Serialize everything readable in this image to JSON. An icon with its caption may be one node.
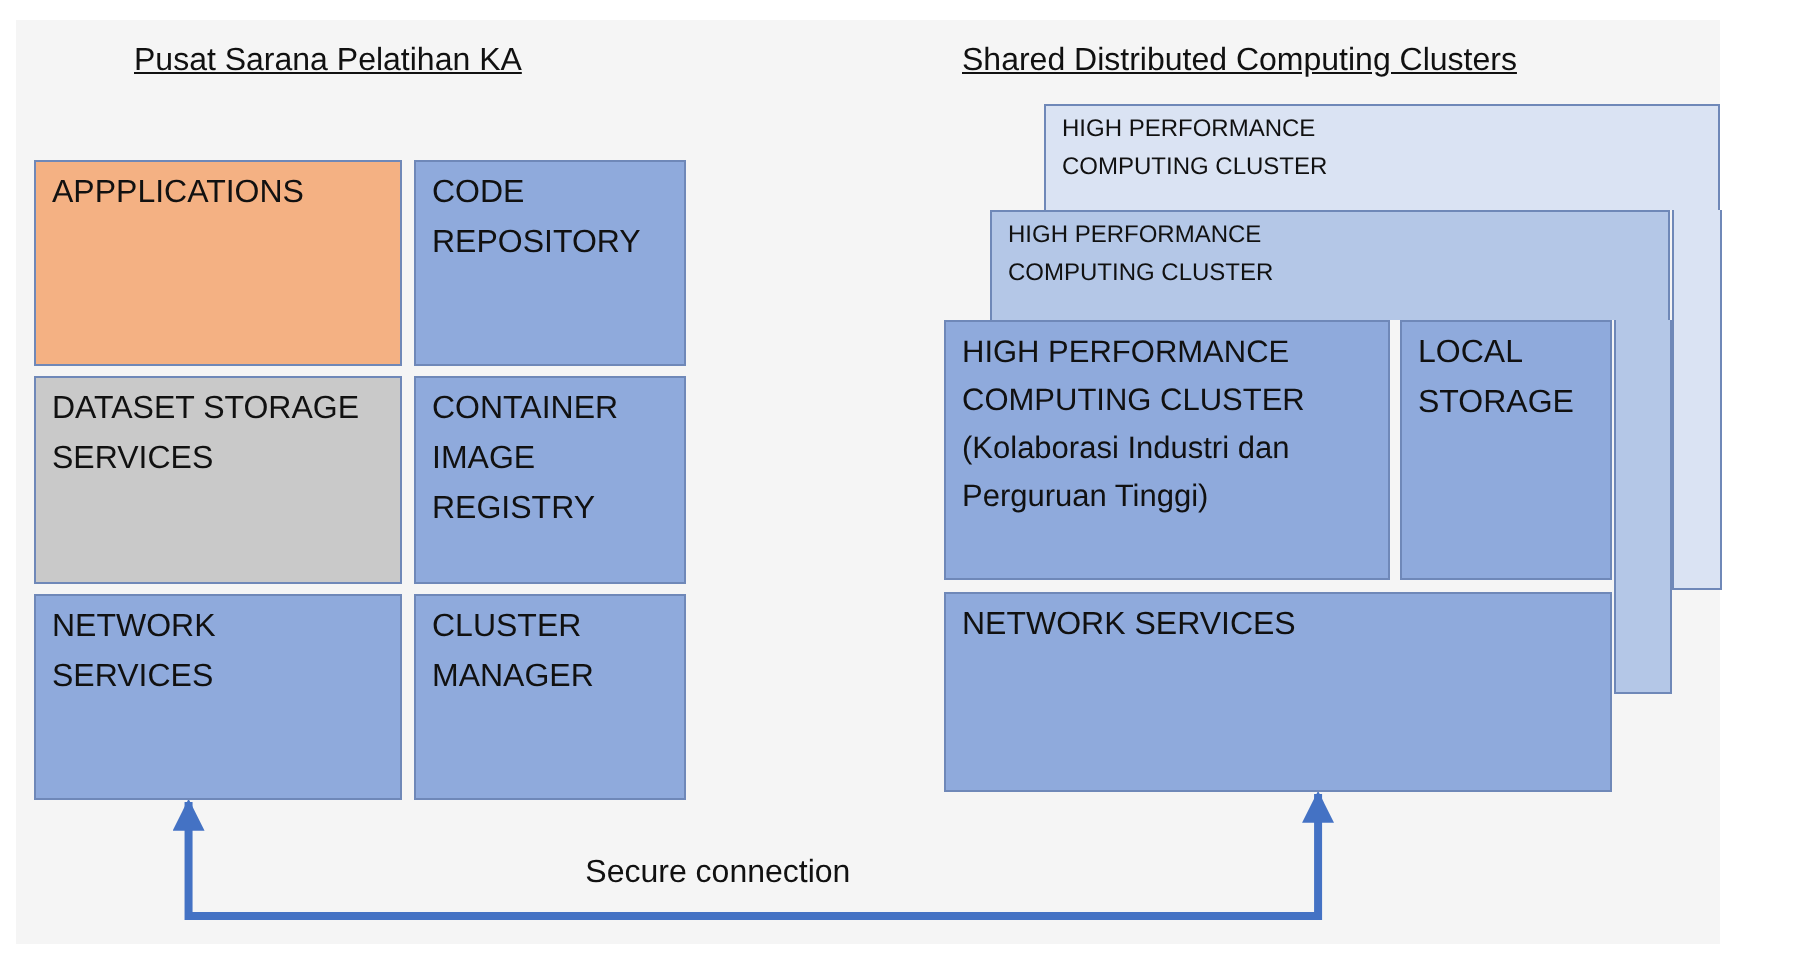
{
  "diagram": {
    "nodes": [
      {
        "text": [
          "APPPLICATIONS"
        ]
      },
      {
        "text": [
          "CODE REPOSITORY"
        ]
      },
      {
        "text": [
          "DATASET STORAGE SERVICES"
        ]
      },
      {
        "text": [
          "CONTAINER IMAGE REGISTRY"
        ]
      },
      {
        "text": [
          "NETWORK SERVICES"
        ]
      },
      {
        "text": [
          "CLUSTER MANAGER"
        ]
      },
      {
        "text": [
          "HIGH PERFORMANCE COMPUTING CLUSTER"
        ]
      },
      {
        "text": [
          "HIGH PERFORMANCE COMPUTING CLUSTER"
        ]
      },
      {
        "text": [
          "HIGH PERFORMANCE COMPUTING CLUSTER (Kolaborasi Industri dan Perguruan Tinggi)"
        ]
      },
      {
        "text": [
          "LOCAL STORAGE"
        ]
      },
      {
        "text": [
          "NETWORK SERVICES"
        ]
      }
    ],
    "edges": [
      {
        "from": 4,
        "to": 10,
        "arrow": "both",
        "label": "Secure connection"
      }
    ],
    "labels": [
      "Pusat Sarana Pelatihan KA",
      "Shared Distributed Computing Clusters"
    ]
  }
}
